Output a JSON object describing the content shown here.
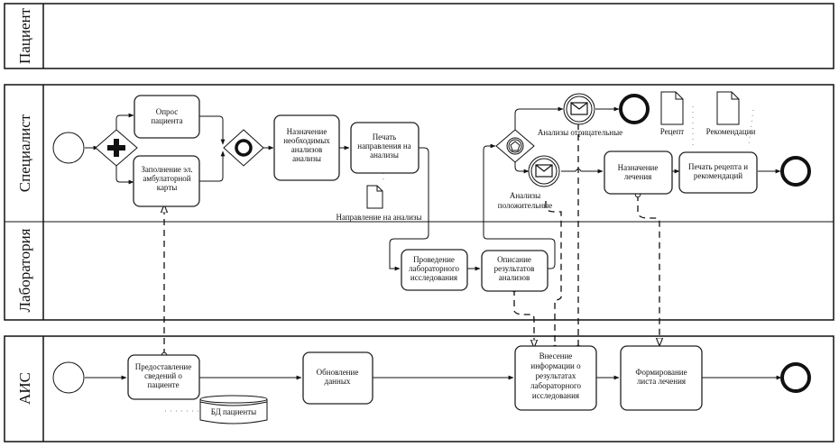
{
  "pools": [
    {
      "id": "patient",
      "title": "Пациент"
    },
    {
      "id": "specialist",
      "title": "Специалист"
    },
    {
      "id": "lab",
      "title": "Лаборатория"
    },
    {
      "id": "ais",
      "title": "АИС"
    }
  ],
  "tasks": {
    "survey": [
      "Опрос",
      "пациента"
    ],
    "card": [
      "Заполнение эл.",
      "амбулаторной",
      "карты"
    ],
    "assign_tests": [
      "Назначение",
      "необходимых",
      "анализов",
      "анализы"
    ],
    "print_referral": [
      "Печать",
      "направления на",
      "анализы"
    ],
    "lab_research": [
      "Проведение",
      "лабораторного",
      "исследования"
    ],
    "describe_results": [
      "Описание",
      "результатов",
      "анализов"
    ],
    "assign_treatment": [
      "Назначение",
      "лечения"
    ],
    "print_recipe": [
      "Печать рецепта и",
      "рекомендаций"
    ],
    "provide_info": [
      "Предоставление",
      "сведений о",
      "пациенте"
    ],
    "update_data": [
      "Обновление",
      "данных"
    ],
    "enter_info": [
      "Внесение",
      "информации о",
      "результатах",
      "лабораторного",
      "исследования"
    ],
    "form_sheet": [
      "Формирование",
      "листа лечения"
    ]
  },
  "labels": {
    "referral_doc": "Направление на анализы",
    "tests_negative": "Анализы отрицательные",
    "tests_positive_1": "Анализы",
    "tests_positive_2": "положительные",
    "recipe_doc": "Рецепт",
    "recommend_doc": "Рекомендации",
    "db_patients": "БД пациенты"
  }
}
